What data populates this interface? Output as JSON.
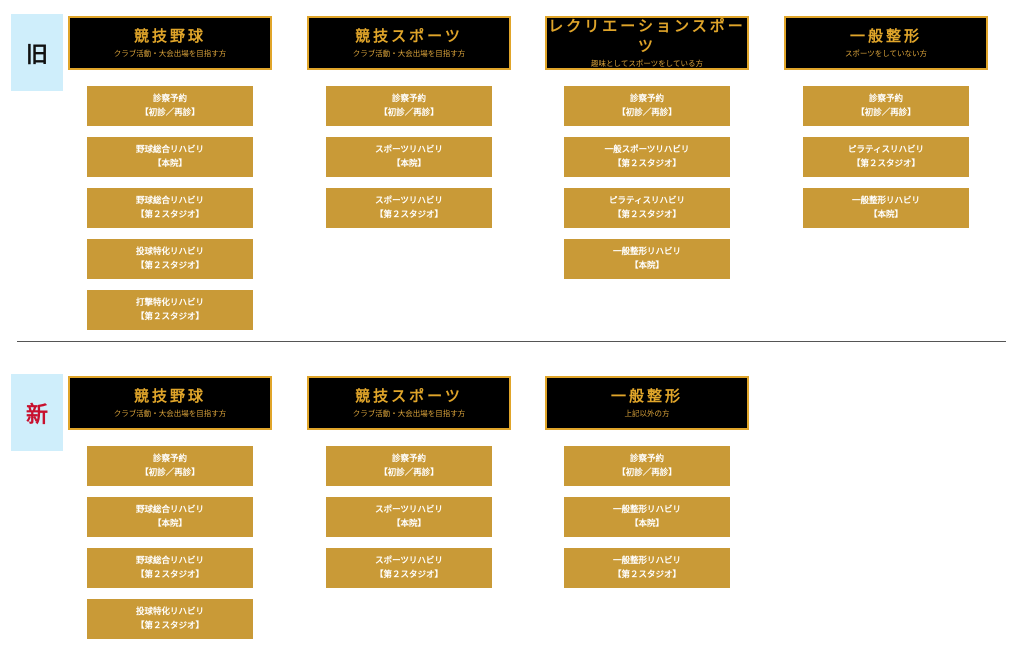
{
  "old": {
    "tag": "旧",
    "columns": [
      {
        "title": "競技野球",
        "subtitle": "クラブ活動・大会出場を目指す方",
        "buttons": [
          {
            "line1": "診察予約",
            "line2": "【初診／再診】"
          },
          {
            "line1": "野球総合リハビリ",
            "line2": "【本院】"
          },
          {
            "line1": "野球総合リハビリ",
            "line2": "【第２スタジオ】"
          },
          {
            "line1": "投球特化リハビリ",
            "line2": "【第２スタジオ】"
          },
          {
            "line1": "打撃特化リハビリ",
            "line2": "【第２スタジオ】"
          }
        ]
      },
      {
        "title": "競技スポーツ",
        "subtitle": "クラブ活動・大会出場を目指す方",
        "buttons": [
          {
            "line1": "診察予約",
            "line2": "【初診／再診】"
          },
          {
            "line1": "スポーツリハビリ",
            "line2": "【本院】"
          },
          {
            "line1": "スポーツリハビリ",
            "line2": "【第２スタジオ】"
          }
        ]
      },
      {
        "title": "レクリエーションスポーツ",
        "subtitle": "趣味としてスポーツをしている方",
        "buttons": [
          {
            "line1": "診察予約",
            "line2": "【初診／再診】"
          },
          {
            "line1": "一般スポーツリハビリ",
            "line2": "【第２スタジオ】"
          },
          {
            "line1": "ピラティスリハビリ",
            "line2": "【第２スタジオ】"
          },
          {
            "line1": "一般整形リハビリ",
            "line2": "【本院】"
          }
        ]
      },
      {
        "title": "一般整形",
        "subtitle": "スポーツをしていない方",
        "buttons": [
          {
            "line1": "診察予約",
            "line2": "【初診／再診】"
          },
          {
            "line1": "ピラティスリハビリ",
            "line2": "【第２スタジオ】"
          },
          {
            "line1": "一般整形リハビリ",
            "line2": "【本院】"
          }
        ]
      }
    ]
  },
  "new": {
    "tag": "新",
    "columns": [
      {
        "title": "競技野球",
        "subtitle": "クラブ活動・大会出場を目指す方",
        "buttons": [
          {
            "line1": "診察予約",
            "line2": "【初診／再診】"
          },
          {
            "line1": "野球総合リハビリ",
            "line2": "【本院】"
          },
          {
            "line1": "野球総合リハビリ",
            "line2": "【第２スタジオ】"
          },
          {
            "line1": "投球特化リハビリ",
            "line2": "【第２スタジオ】"
          }
        ]
      },
      {
        "title": "競技スポーツ",
        "subtitle": "クラブ活動・大会出場を目指す方",
        "buttons": [
          {
            "line1": "診察予約",
            "line2": "【初診／再診】"
          },
          {
            "line1": "スポーツリハビリ",
            "line2": "【本院】"
          },
          {
            "line1": "スポーツリハビリ",
            "line2": "【第２スタジオ】"
          }
        ]
      },
      {
        "title": "一般整形",
        "subtitle": "上記以外の方",
        "buttons": [
          {
            "line1": "診察予約",
            "line2": "【初診／再診】"
          },
          {
            "line1": "一般整形リハビリ",
            "line2": "【本院】"
          },
          {
            "line1": "一般整形リハビリ",
            "line2": "【第２スタジオ】"
          }
        ]
      }
    ]
  },
  "colors": {
    "header_bg": "#000000",
    "gold": "#e0a52a",
    "button_bg": "#c99a37",
    "tag_bg": "#cfeefb",
    "new_tag_text": "#c8102e"
  }
}
